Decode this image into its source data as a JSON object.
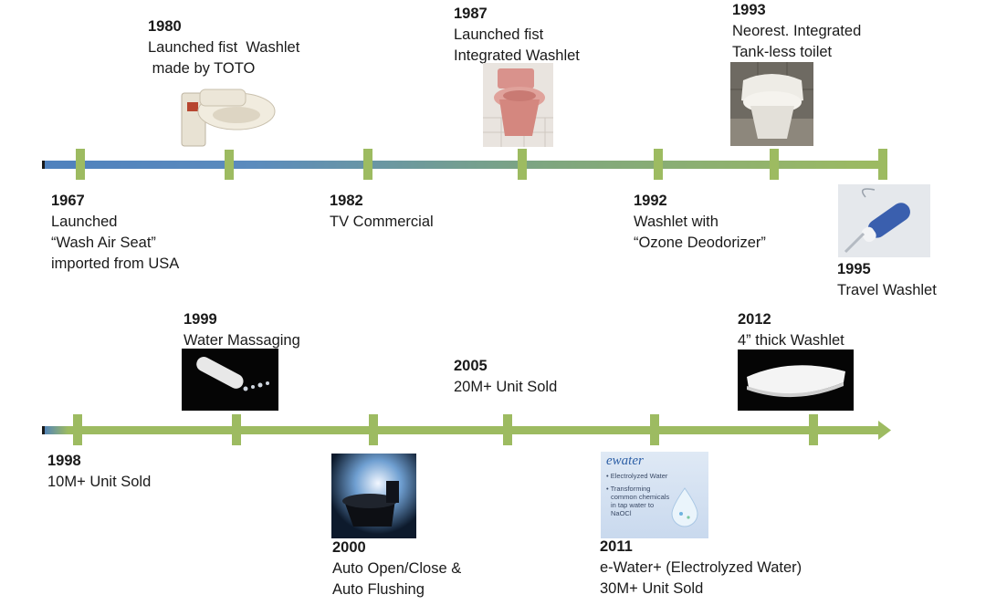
{
  "colors": {
    "tick": "#9dbb61",
    "line_start": "#4f81bd",
    "line_end": "#9dbb61",
    "text": "#1a1a1a"
  },
  "timeline_top": {
    "events": [
      {
        "year": "1967",
        "lines": [
          "Launched",
          "“Wash Air Seat”",
          "imported from USA"
        ]
      },
      {
        "year": "1980",
        "lines": [
          "Launched fist  Washlet",
          " made by TOTO"
        ]
      },
      {
        "year": "1982",
        "lines": [
          "TV Commercial"
        ]
      },
      {
        "year": "1987",
        "lines": [
          "Launched fist",
          "Integrated Washlet"
        ]
      },
      {
        "year": "1992",
        "lines": [
          "Washlet with",
          "“Ozone Deodorizer”"
        ]
      },
      {
        "year": "1993",
        "lines": [
          "Neorest. Integrated",
          "Tank-less toilet"
        ]
      },
      {
        "year": "1995",
        "lines": [
          "Travel Washlet"
        ]
      }
    ]
  },
  "timeline_bottom": {
    "events": [
      {
        "year": "1998",
        "lines": [
          "10M+ Unit Sold"
        ]
      },
      {
        "year": "1999",
        "lines": [
          "Water Massaging"
        ]
      },
      {
        "year": "2000",
        "lines": [
          "Auto Open/Close &",
          "Auto Flushing"
        ]
      },
      {
        "year": "2005",
        "lines": [
          "20M+ Unit Sold"
        ]
      },
      {
        "year": "2011",
        "lines": [
          "e-Water+ (Electrolyzed Water)",
          "30M+ Unit Sold"
        ]
      },
      {
        "year": "2012",
        "lines": [
          "4” thick Washlet"
        ]
      }
    ]
  },
  "ewater_card": {
    "brand": "ewater",
    "bullet_1": "• Electrolyzed Water",
    "bullet_2": "• Transforming",
    "bullet_3": "common chemicals",
    "bullet_4": "in tap water to",
    "bullet_5": "NaOCl"
  }
}
